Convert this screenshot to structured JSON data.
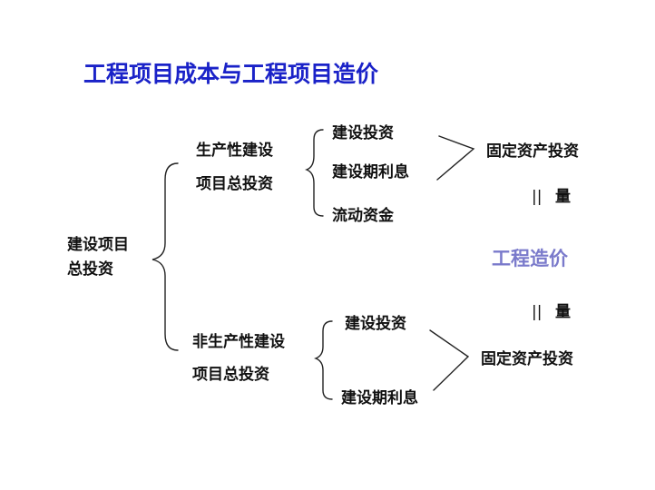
{
  "colors": {
    "title": "#1a22c8",
    "highlight": "#7a7acb",
    "text": "#111111",
    "line": "#222222"
  },
  "title": "工程项目成本与工程项目造价",
  "root": {
    "line1": "建设项目",
    "line2": "总投资"
  },
  "productive": {
    "line1": "生产性建设",
    "line2": "项目总投资",
    "items": [
      "建设投资",
      "建设期利息",
      "流动资金"
    ],
    "result": "固定资产投资"
  },
  "nonproductive": {
    "line1": "非生产性建设",
    "line2": "项目总投资",
    "items": [
      "建设投资",
      "建设期利息"
    ],
    "result": "固定资产投资"
  },
  "equal_top": {
    "symbol": "||",
    "label": "量"
  },
  "equal_bottom": {
    "symbol": "||",
    "label": "量"
  },
  "center": "工程造价"
}
